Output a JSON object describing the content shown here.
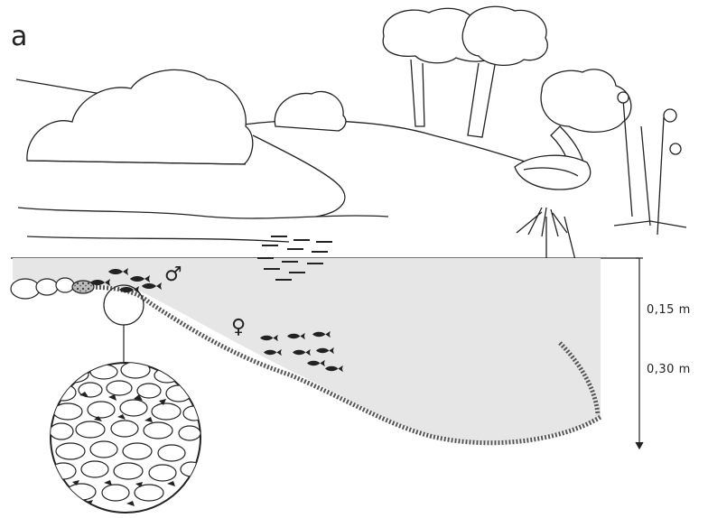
{
  "panel_label": "a",
  "depth_labels": [
    "0,15 m",
    "0,30 m"
  ],
  "male_symbol": "♂",
  "female_symbol": "♀",
  "colors": {
    "ink": "#222222",
    "water": "#e6e6e6",
    "sediment": "#6a6a6a",
    "paper": "#ffffff"
  }
}
